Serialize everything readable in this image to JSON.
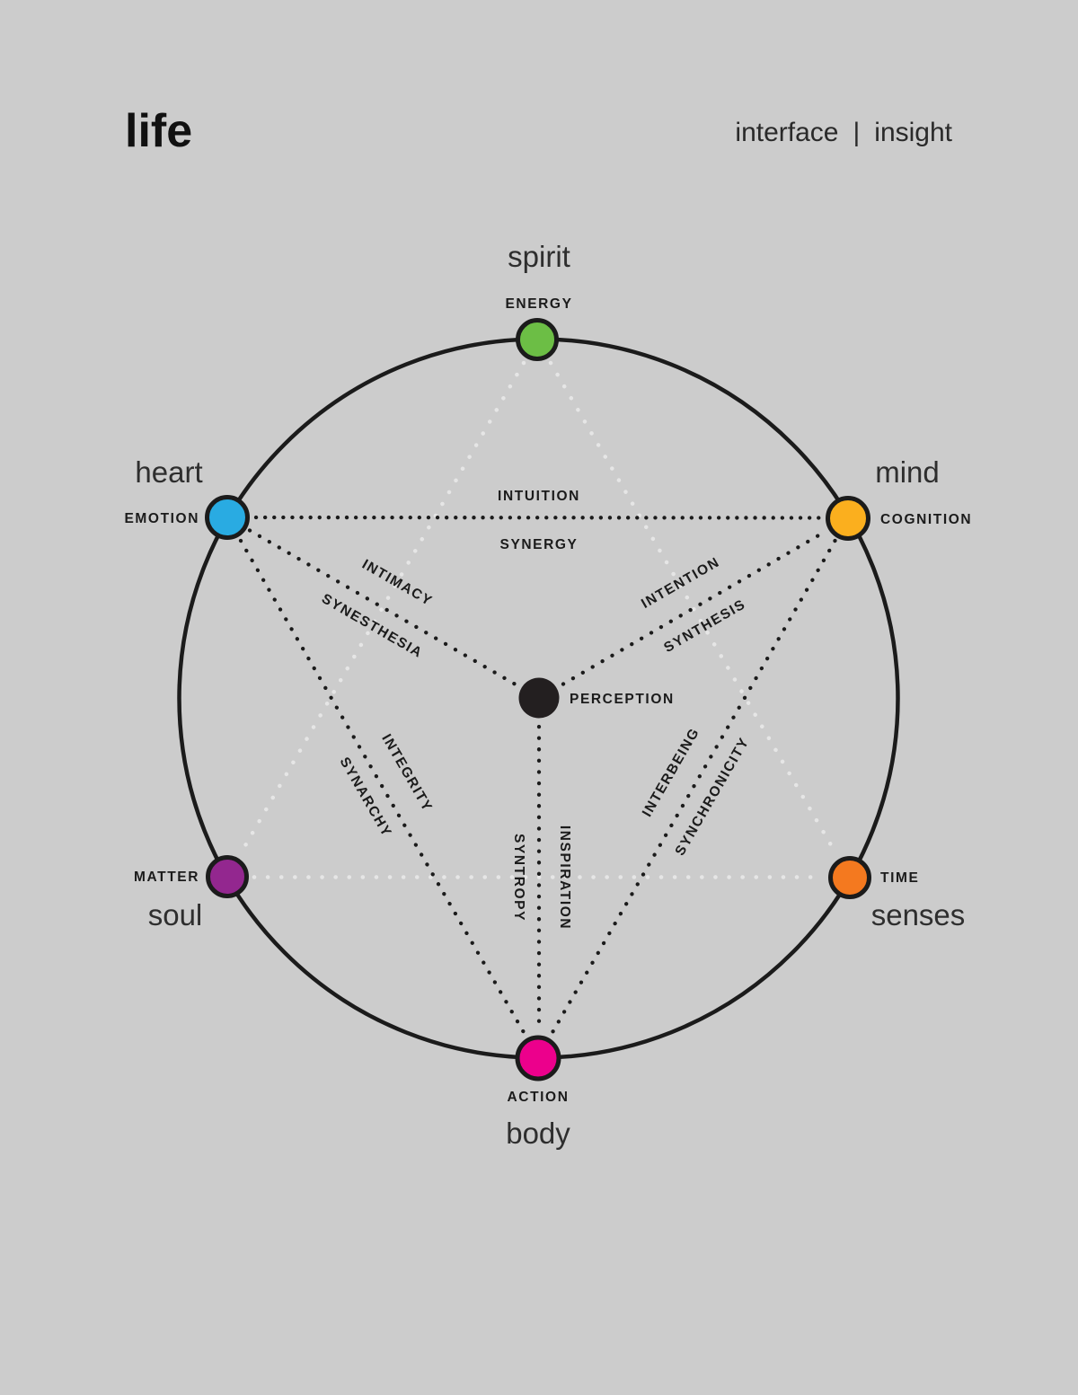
{
  "header": {
    "title": "life",
    "brand_left": "interface",
    "brand_separator": "|",
    "brand_right": "insight"
  },
  "colors": {
    "background": "#CCCCCC",
    "line": "#1B1B1B",
    "light_line": "#E6E6E6",
    "text_dark": "#1B1B1B",
    "text_soft": "#2E2E2E"
  },
  "nodes": [
    {
      "id": "spirit",
      "word": "spirit",
      "attribute": "ENERGY",
      "color": "#6CBE45"
    },
    {
      "id": "heart",
      "word": "heart",
      "attribute": "EMOTION",
      "color": "#29ABE2"
    },
    {
      "id": "mind",
      "word": "mind",
      "attribute": "COGNITION",
      "color": "#FBAF1E"
    },
    {
      "id": "soul",
      "word": "soul",
      "attribute": "MATTER",
      "color": "#93278F"
    },
    {
      "id": "senses",
      "word": "senses",
      "attribute": "TIME",
      "color": "#F4791F"
    },
    {
      "id": "body",
      "word": "body",
      "attribute": "ACTION",
      "color": "#EC008C"
    }
  ],
  "center": {
    "id": "perception",
    "attribute": "PERCEPTION",
    "color": "#231F20"
  },
  "edges": [
    {
      "from": "heart",
      "to": "mind",
      "in_label": "INTUITION",
      "syn_label": "SYNERGY"
    },
    {
      "from": "heart",
      "to": "perception",
      "in_label": "INTIMACY",
      "syn_label": "SYNESTHESIA"
    },
    {
      "from": "perception",
      "to": "mind",
      "in_label": "INTENTION",
      "syn_label": "SYNTHESIS"
    },
    {
      "from": "heart",
      "to": "body",
      "in_label": "INTEGRITY",
      "syn_label": "SYNARCHY"
    },
    {
      "from": "perception",
      "to": "body",
      "in_label": "INSPIRATION",
      "syn_label": "SYNTROPY"
    },
    {
      "from": "mind",
      "to": "body",
      "in_label": "INTERBEING",
      "syn_label": "SYNCHRONICITY"
    }
  ]
}
